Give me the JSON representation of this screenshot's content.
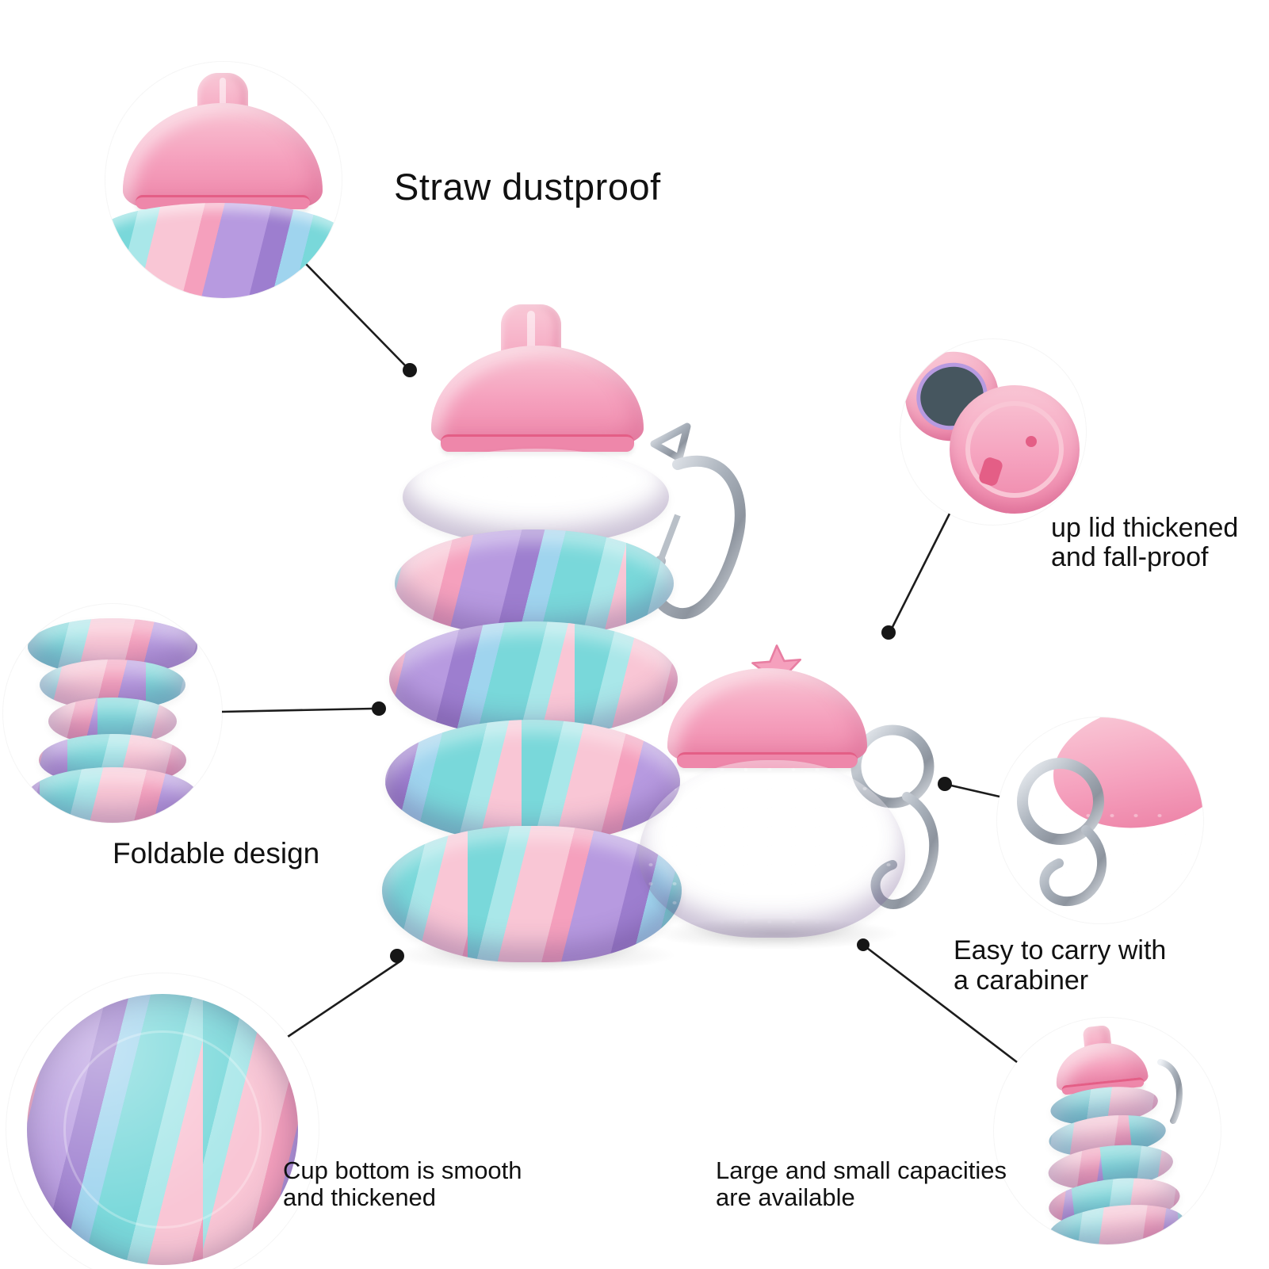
{
  "colors": {
    "pink": "#f5a0bd",
    "pink_light": "#f9c6d5",
    "pink_deep": "#ee87aa",
    "pink_rim": "#e45e86",
    "teal": "#79d8da",
    "teal_light": "#a9e7e9",
    "purple": "#b79ae0",
    "purple_deep": "#9d7ecf",
    "blue_light": "#9fd4ee",
    "silver": "#c9ced6",
    "silver_dark": "#8d949e",
    "line": "#1c1c1c",
    "text": "#111111",
    "background": "#ffffff"
  },
  "callouts": {
    "straw": {
      "label": "Straw dustproof"
    },
    "lid": {
      "line1": "up lid thickened",
      "line2": "and fall-proof"
    },
    "foldable": {
      "label": "Foldable design"
    },
    "carry": {
      "line1": "Easy to carry with",
      "line2": "a carabiner"
    },
    "bottom": {
      "line1": "Cup bottom is smooth",
      "line2": "and thickened"
    },
    "capacity": {
      "line1": "Large and small capacities",
      "line2": "are available"
    }
  }
}
